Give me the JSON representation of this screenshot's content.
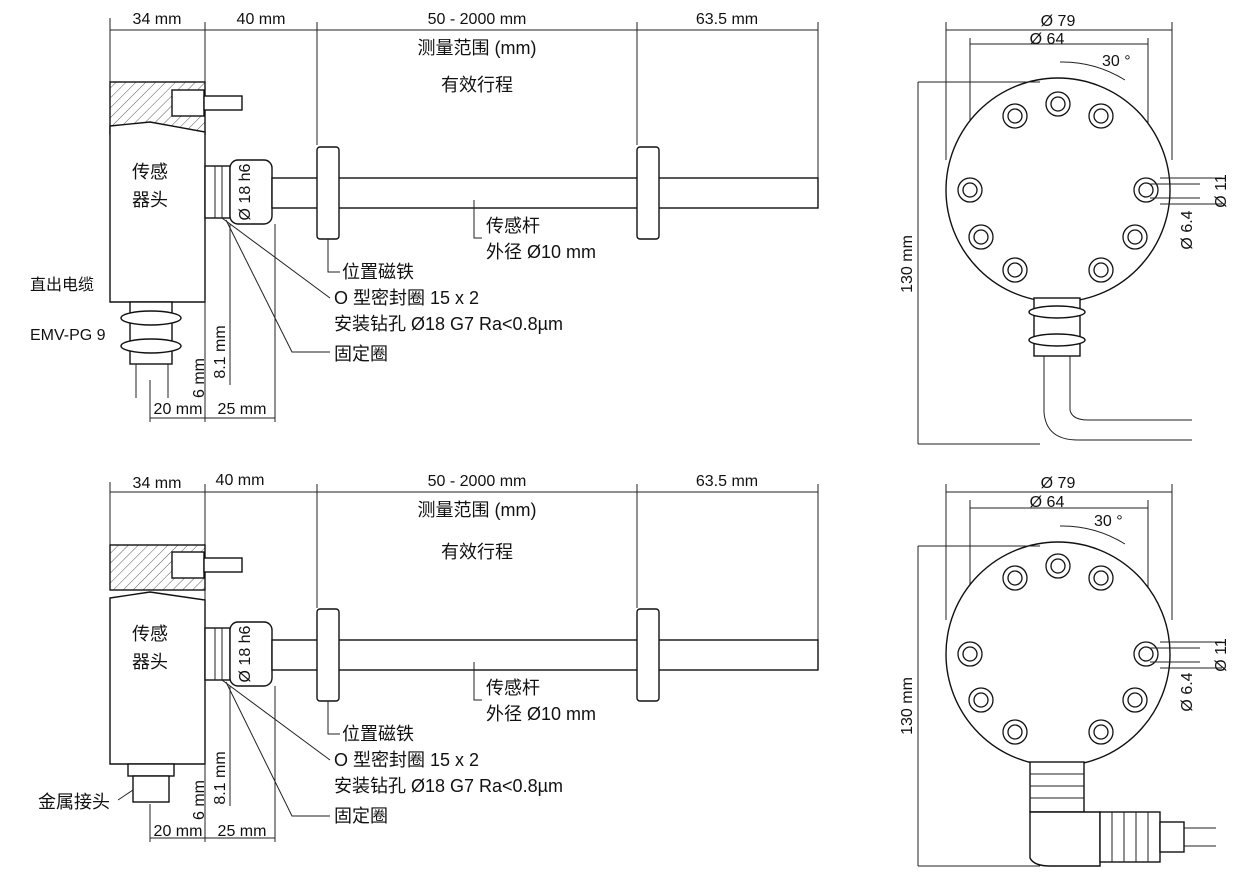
{
  "views": [
    {
      "dims_top": [
        "34 mm",
        "40 mm",
        "50 - 2000 mm",
        "63.5 mm"
      ],
      "range_label": "测量范围 (mm)",
      "stroke_label": "有效行程",
      "head_label": [
        "传感",
        "器头"
      ],
      "shaft_dia": "Ø 18 h6",
      "rod_label": "传感杆",
      "rod_od": "外径 Ø10 mm",
      "magnet": "位置磁铁",
      "oring": "O 型密封圈 15 x 2",
      "drill": "安装钻孔 Ø18 G7 Ra<0.8µm",
      "fix_ring": "固定圈",
      "connection_label": "直出电缆",
      "gland_label": "EMV-PG 9",
      "dim_81": "8.1 mm",
      "dim_6": "6 mm",
      "dim_20": "20 mm",
      "dim_25": "25 mm"
    },
    {
      "dims_top": [
        "34 mm",
        "40 mm",
        "50 - 2000 mm",
        "63.5 mm"
      ],
      "range_label": "测量范围 (mm)",
      "stroke_label": "有效行程",
      "head_label": [
        "传感",
        "器头"
      ],
      "shaft_dia": "Ø 18 h6",
      "rod_label": "传感杆",
      "rod_od": "外径 Ø10 mm",
      "magnet": "位置磁铁",
      "oring": "O 型密封圈 15 x 2",
      "drill": "安装钻孔 Ø18 G7 Ra<0.8µm",
      "fix_ring": "固定圈",
      "connection_label": "金属接头",
      "dim_81": "8.1 mm",
      "dim_6": "6 mm",
      "dim_20": "20 mm",
      "dim_25": "25 mm"
    }
  ],
  "flange_views": [
    {
      "d79": "Ø 79",
      "d64": "Ø 64",
      "angle": "30 °",
      "d11": "Ø 11",
      "d64b": "Ø 6.4",
      "h130": "130 mm"
    },
    {
      "d79": "Ø 79",
      "d64": "Ø 64",
      "angle": "30 °",
      "d11": "Ø 11",
      "d64b": "Ø 6.4",
      "h130": "130 mm"
    }
  ]
}
